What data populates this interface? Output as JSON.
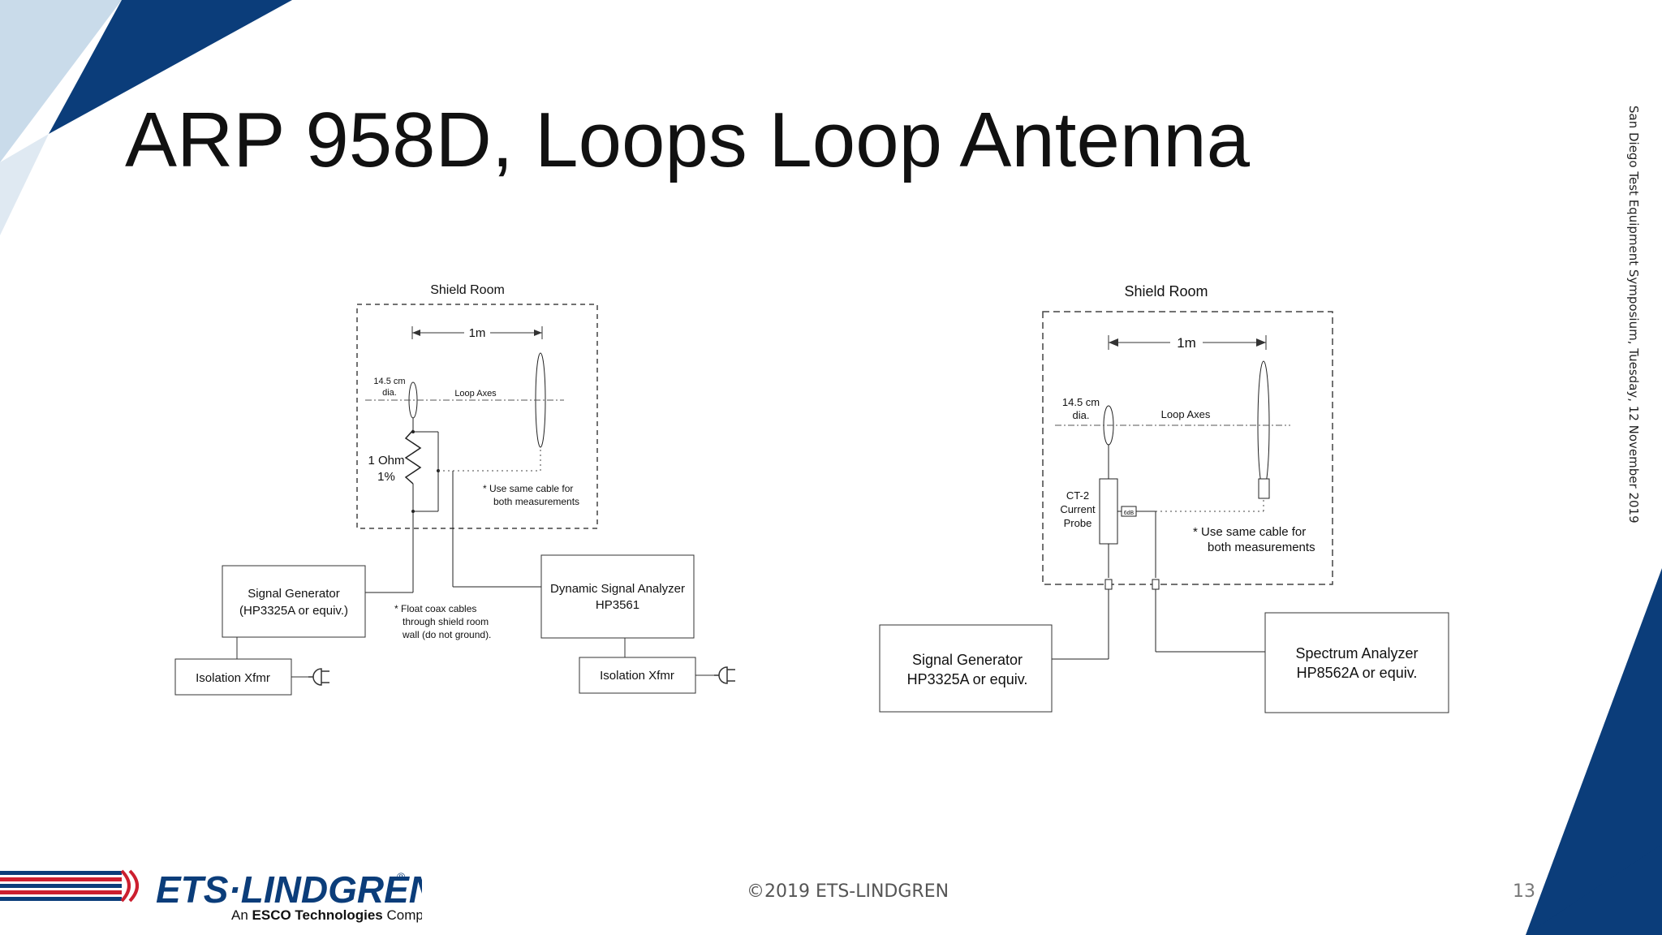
{
  "slide": {
    "title": "ARP 958D, Loops Loop Antenna",
    "side_note": "San Diego Test Equipment Symposium, Tuesday, 12 November 2019",
    "footer": "©2019 ETS-LINDGREN",
    "page_number": "13"
  },
  "brand": {
    "logo_text": "ETS·LINDGREN",
    "registered": "®",
    "tagline_prefix": "An ",
    "tagline_bold": "ESCO Technologies",
    "tagline_suffix": " Company",
    "colors": {
      "navy": "#0b3d7a",
      "red": "#cc1f2f",
      "light_blue": "#c7d9ea"
    }
  },
  "left_diagram": {
    "shield_room": "Shield Room",
    "distance": "1m",
    "loop_size": [
      "14.5 cm",
      "dia."
    ],
    "loop_axes": "Loop Axes",
    "resistor": [
      "1 Ohm",
      "1%"
    ],
    "cable_note": [
      "* Use same cable for",
      "both measurements"
    ],
    "float_note": [
      "* Float coax cables",
      "through shield room",
      "wall (do not ground)."
    ],
    "signal_generator": [
      "Signal Generator",
      "(HP3325A or equiv.)"
    ],
    "analyzer": [
      "Dynamic Signal Analyzer",
      "HP3561"
    ],
    "isolation_left": "Isolation Xfmr",
    "isolation_right": "Isolation Xfmr"
  },
  "right_diagram": {
    "shield_room": "Shield Room",
    "distance": "1m",
    "loop_size": [
      "14.5 cm",
      "dia."
    ],
    "loop_axes": "Loop Axes",
    "probe": [
      "CT-2",
      "Current",
      "Probe"
    ],
    "attenuator": "6dB",
    "cable_note": [
      "* Use same cable for",
      "both measurements"
    ],
    "signal_generator": [
      "Signal Generator",
      "HP3325A or equiv."
    ],
    "analyzer": [
      "Spectrum Analyzer",
      "HP8562A or equiv."
    ]
  }
}
